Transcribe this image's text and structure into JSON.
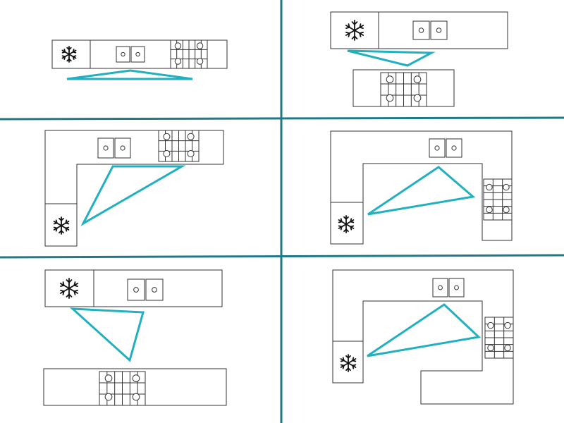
{
  "colors": {
    "divider": "#1f7a86",
    "triangle": "#21b0c0",
    "outline": "#333333",
    "background": "#ffffff"
  },
  "panels": [
    {
      "layout": "single-line",
      "elements": [
        "fridge-snowflake-icon",
        "sink-icon",
        "stove-icon",
        "work-triangle"
      ]
    },
    {
      "layout": "galley",
      "elements": [
        "fridge-snowflake-icon",
        "sink-icon",
        "stove-icon",
        "work-triangle"
      ]
    },
    {
      "layout": "l-shape",
      "elements": [
        "fridge-snowflake-icon",
        "sink-icon",
        "stove-icon",
        "work-triangle"
      ]
    },
    {
      "layout": "u-shape",
      "elements": [
        "fridge-snowflake-icon",
        "sink-icon",
        "stove-icon",
        "work-triangle"
      ]
    },
    {
      "layout": "galley-wide",
      "elements": [
        "fridge-snowflake-icon",
        "sink-icon",
        "stove-icon",
        "work-triangle"
      ]
    },
    {
      "layout": "g-shape",
      "elements": [
        "fridge-snowflake-icon",
        "sink-icon",
        "stove-icon",
        "work-triangle"
      ]
    }
  ]
}
